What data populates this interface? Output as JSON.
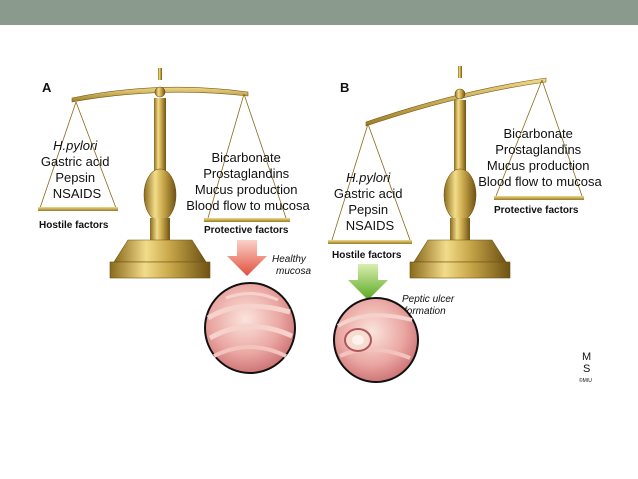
{
  "panel_a": {
    "letter": "A",
    "left_pan": [
      "H.pylori",
      "Gastric acid",
      "Pepsin",
      "NSAIDS"
    ],
    "left_caption": "Hostile factors",
    "right_pan": [
      "Bicarbonate",
      "Prostaglandins",
      "Mucus production",
      "Blood flow to mucosa"
    ],
    "right_caption": "Protective factors",
    "outcome_label": [
      "Healthy",
      "mucosa"
    ]
  },
  "panel_b": {
    "letter": "B",
    "left_pan": [
      "H.pylori",
      "Gastric acid",
      "Pepsin",
      "NSAIDS"
    ],
    "left_caption": "Hostile factors",
    "right_pan": [
      "Bicarbonate",
      "Prostaglandins",
      "Mucus production",
      "Blood flow to mucosa"
    ],
    "right_caption": "Protective factors",
    "outcome_label": [
      "Peptic ulcer",
      "formation"
    ]
  },
  "watermark": [
    "M",
    "S",
    "©MIU"
  ],
  "colors": {
    "header_bar": "#8a9b8e",
    "brass": "#c9a84a",
    "healthy_arrow": "#e8796a",
    "ulcer_arrow": "#7cc23a",
    "mucosa": "#e9a3a0"
  }
}
